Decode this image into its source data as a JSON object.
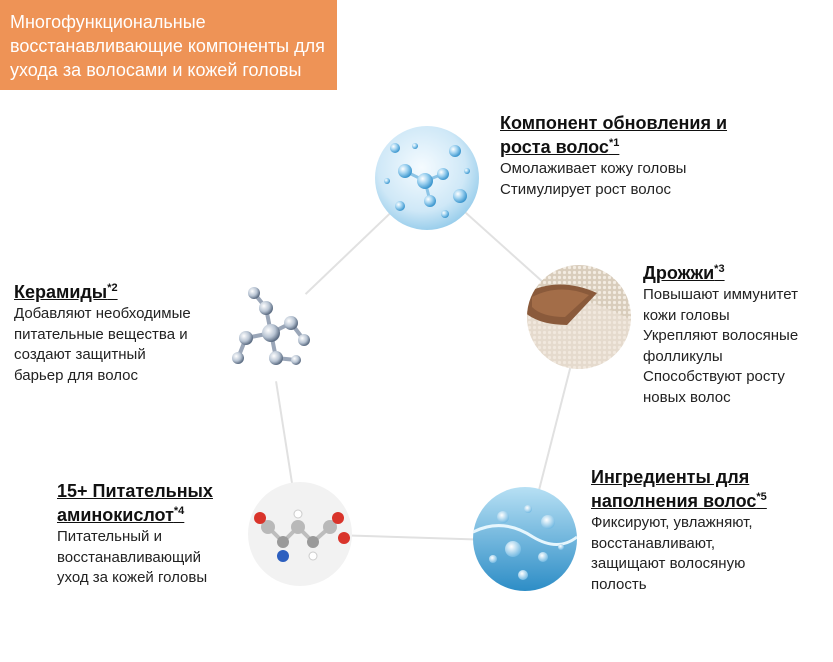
{
  "header": {
    "lines": [
      "Многофункциональные",
      "восстанавливающие компоненты для",
      "ухода за волосами и кожей головы"
    ],
    "color": "#ee9356"
  },
  "items": [
    {
      "title_lines": [
        "Компонент обновления и",
        "роста волос"
      ],
      "sup": "*1",
      "desc": [
        "Омолаживает кожу головы",
        "Стимулирует рост волос"
      ],
      "image": "water-bubbles-molecule"
    },
    {
      "title_lines": [
        "Дрожжи"
      ],
      "sup": "*3",
      "desc": [
        "Повышают иммунитет",
        "кожи головы",
        "Укрепляют волосяные",
        "фолликулы",
        "Способствуют росту",
        "новых волос"
      ],
      "image": "yeast-grains"
    },
    {
      "title_lines": [
        "Ингредиенты для",
        "наполнения волос"
      ],
      "sup": "*5",
      "desc": [
        "Фиксируют, увлажняют,",
        "восстанавливают,",
        "защищают волосяную",
        "полость"
      ],
      "image": "water-drops"
    },
    {
      "title_lines": [
        "15+ Питательных",
        "аминокислот"
      ],
      "sup": "*4",
      "desc": [
        "Питательный и",
        "восстанавливающий",
        "уход за кожей головы"
      ],
      "image": "amino-acid-molecule"
    },
    {
      "title_lines": [
        "Керамиды"
      ],
      "sup": "*2",
      "desc": [
        "Добавляют необходимые",
        "питательные вещества и",
        "создают защитный",
        "барьер для волос"
      ],
      "image": "ceramide-molecule"
    }
  ]
}
